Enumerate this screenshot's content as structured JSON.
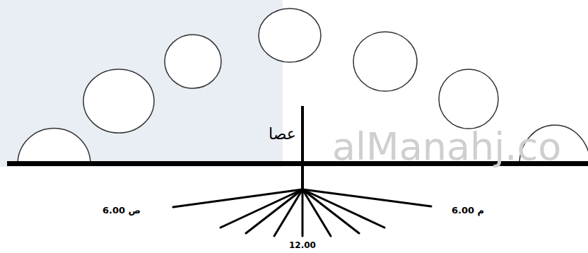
{
  "diagram": {
    "labels": [
      "alManahj.co",
      "عصا",
      "6.00 ص",
      "12.00",
      "6.00 م"
    ]
  }
}
